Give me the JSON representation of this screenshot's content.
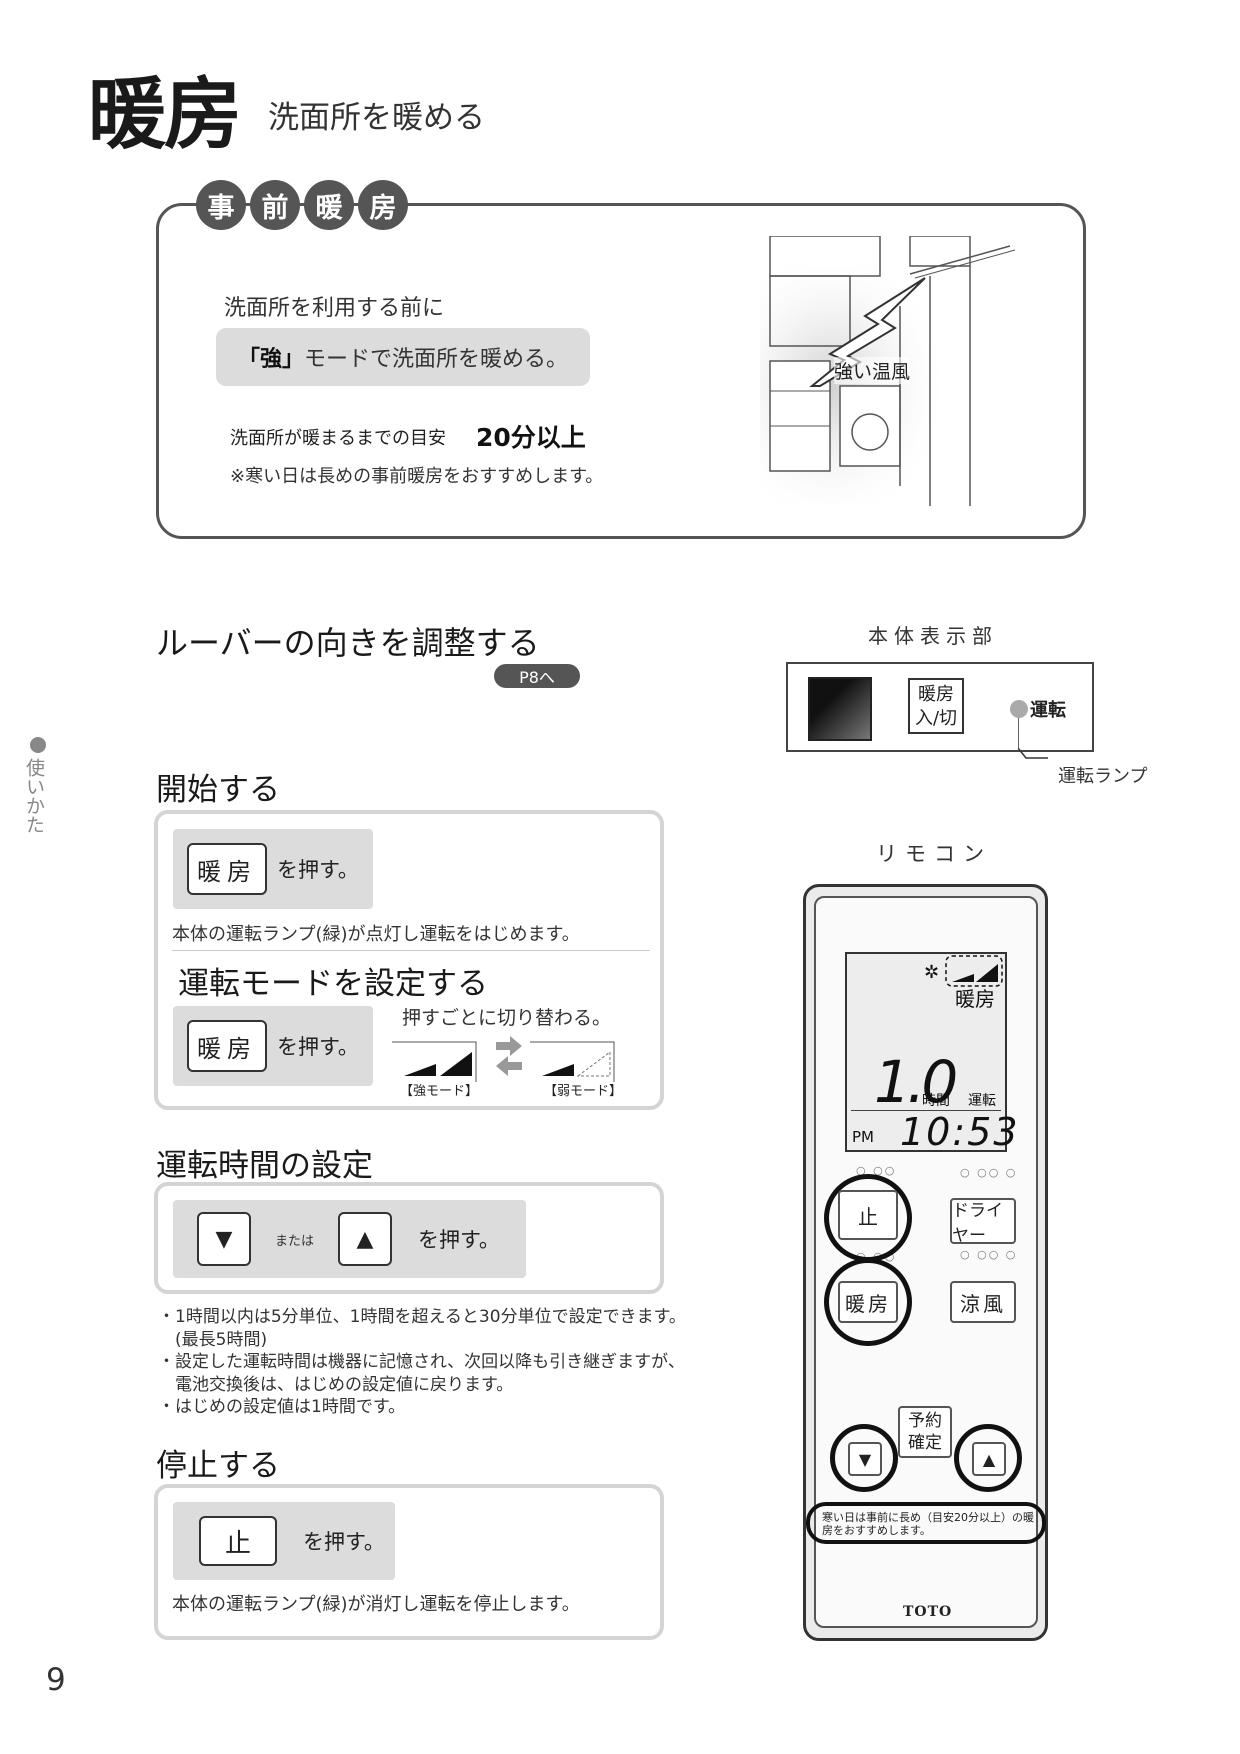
{
  "title": {
    "main": "暖房",
    "sub": "洗面所を暖める"
  },
  "pre_heating": {
    "badge_chars": [
      "事",
      "前",
      "暖",
      "房"
    ],
    "intro": "洗面所を利用する前に",
    "mode_prefix": "「強」",
    "mode_text": "モードで洗面所を暖める。",
    "target_label": "洗面所が暖まるまでの目安",
    "target_value": "20分以上",
    "note": "※寒い日は長めの事前暖房をおすすめします。",
    "illustration_label": "強い温風"
  },
  "louver": {
    "title": "ルーバーの向きを調整する",
    "page_ref": "P8へ"
  },
  "body_display": {
    "title": "本体表示部",
    "heat_button": [
      "暖房",
      "入/切"
    ],
    "lamp_label": "運転",
    "lamp_caption": "運転ランプ"
  },
  "side_label": "使いかた",
  "start": {
    "title": "開始する",
    "key_label": "暖房",
    "press_text": "を押す。",
    "description": "本体の運転ランプ(緑)が点灯し運転をはじめます。"
  },
  "mode": {
    "title": "運転モードを設定する",
    "key_label": "暖房",
    "press_text": "を押す。",
    "switch_note": "押すごとに切り替わる。",
    "strong_label": "【強モード】",
    "weak_label": "【弱モード】"
  },
  "time": {
    "title": "運転時間の設定",
    "down_key": "▼",
    "or_text": "または",
    "up_key": "▲",
    "press_text": "を押す。",
    "notes": [
      "・1時間以内は5分単位、1時間を超えると30分単位で設定できます。",
      "　(最長5時間)",
      "・設定した運転時間は機器に記憶され、次回以降も引き継ぎますが、",
      "　電池交換後は、はじめの設定値に戻ります。",
      "・はじめの設定値は1時間です。"
    ]
  },
  "stop": {
    "title": "停止する",
    "key_label": "止",
    "press_text": "を押す。",
    "description": "本体の運転ランプ(緑)が消灯し運転を停止します。"
  },
  "remote": {
    "title": "リモコン",
    "lcd": {
      "mode": "暖房",
      "hours": "1.0",
      "hours_unit": "時間",
      "run": "運転",
      "ampm": "PM",
      "clock": "10:53"
    },
    "buttons": {
      "stop": "止",
      "dryer": "ドライヤー",
      "heat": "暖房",
      "cool": "涼風",
      "timer_line1": "予約",
      "timer_line2": "確定",
      "down": "▼",
      "up": "▲"
    },
    "note": "寒い日は事前に長め（目安20分以上）の暖房をおすすめします。",
    "brand": "TOTO"
  },
  "page_number": "9",
  "colors": {
    "badge": "#555555",
    "highlight_box": "#dcdcdc",
    "frame": "#d4d4d4"
  }
}
